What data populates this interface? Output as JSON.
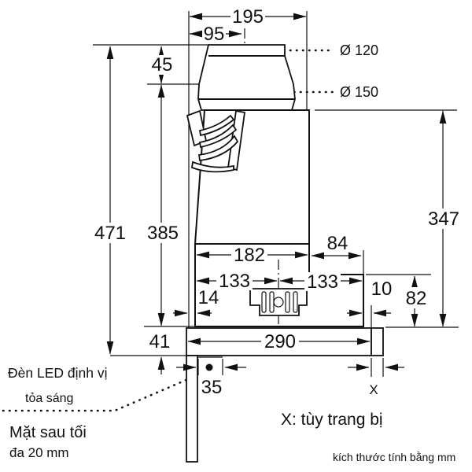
{
  "dims": {
    "total_width": "195",
    "duct_offset": "95",
    "duct_height": "45",
    "total_height": "471",
    "body_height": "385",
    "right_height": "347",
    "ledge_depth": "84",
    "lower_width": "182",
    "center_front": "133",
    "center_rear": "133",
    "front_gap": "14",
    "rear_gap": "10",
    "lower_height": "82",
    "visor_height": "41",
    "visor_length": "290",
    "led_offset": "35",
    "x_mark": "X"
  },
  "labels": {
    "diameter_top": "Ø 120",
    "diameter_bottom": "Ø 150",
    "led_line1": "Đèn LED định vị",
    "led_line2": "tỏa sáng",
    "back_line1": "Mặt sau tối",
    "back_line2": "đa 20 mm",
    "x_note": "X: tùy trang bị",
    "unit_note": "kích thước tính bằng mm"
  },
  "colors": {
    "line": "#111111",
    "background": "#ffffff"
  }
}
